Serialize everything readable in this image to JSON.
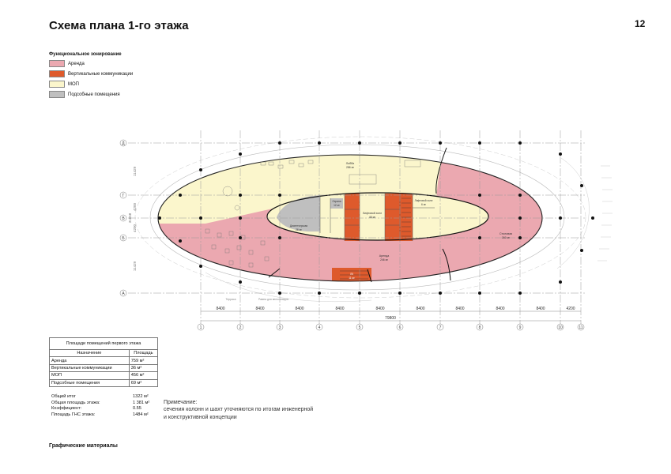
{
  "page": {
    "title": "Схема плана 1-го этажа",
    "number": "12"
  },
  "legend": {
    "title": "Функциональное зонирование",
    "items": [
      {
        "label": "Аренда",
        "color": "#eba8b0"
      },
      {
        "label": "Вертикальные коммуникации",
        "color": "#de5a2c"
      },
      {
        "label": "МОП",
        "color": "#fbf6cc"
      },
      {
        "label": "Подсобные помещения",
        "color": "#bfbfbf"
      }
    ]
  },
  "plan": {
    "row_axes": [
      "Д",
      "Г",
      "В",
      "Б",
      "А"
    ],
    "column_axes": [
      "1",
      "2",
      "3",
      "4",
      "5",
      "6",
      "7",
      "8",
      "9",
      "10",
      "11"
    ],
    "column_spans": [
      "8400",
      "8400",
      "8400",
      "8400",
      "8400",
      "8400",
      "8400",
      "8400",
      "8400",
      "4200"
    ],
    "total_width": "79800",
    "side_dims": [
      "11429",
      "4200",
      "4200",
      "11429"
    ],
    "side_total": "31658",
    "labels": {
      "lobby": "Лобби",
      "lobby_area": "286 м²",
      "shop": "Аренда",
      "shop_area": "246 м²",
      "canteen": "Столовая",
      "canteen_area": "360 м²",
      "lift_hall": "Лифтовой холл",
      "lift_hall_area": "46 м²",
      "lift_hall2": "Лифтовой холл",
      "lift_hall2_area": "6 м²",
      "security": "Охрана",
      "security_area": "12 м²",
      "dispatch": "Диспетчерская",
      "dispatch_area": "26 м²",
      "staircase": "ЛК",
      "staircase_area": "11 м²",
      "terrace": "Терраса",
      "ramp": "Рампа для велосипедов"
    }
  },
  "area_table": {
    "caption": "Площади помещений первого этажа",
    "headers": [
      "Назначение",
      "Площадь"
    ],
    "rows": [
      {
        "name": "Аренда",
        "area": "759 м²"
      },
      {
        "name": "Вертикальные коммуникации",
        "area": "36 м²"
      },
      {
        "name": "МОП",
        "area": "456 м²"
      },
      {
        "name": "Подсобные помещения",
        "area": "69 м²"
      }
    ],
    "totals": [
      {
        "name": "Общий итог",
        "value": "1322 м²"
      },
      {
        "name": "Общая площадь этажа:",
        "value": "1 381 м²"
      },
      {
        "name": "Коэффициент:",
        "value": "0.55"
      },
      {
        "name": "Площадь ГНС этажа:",
        "value": "1484 м²"
      }
    ]
  },
  "note": {
    "heading": "Примечание:",
    "line1": "сечения колонн и шахт уточняются по итогам инженерной",
    "line2": "и конструктивной концепции"
  },
  "footer": "Графические материалы"
}
